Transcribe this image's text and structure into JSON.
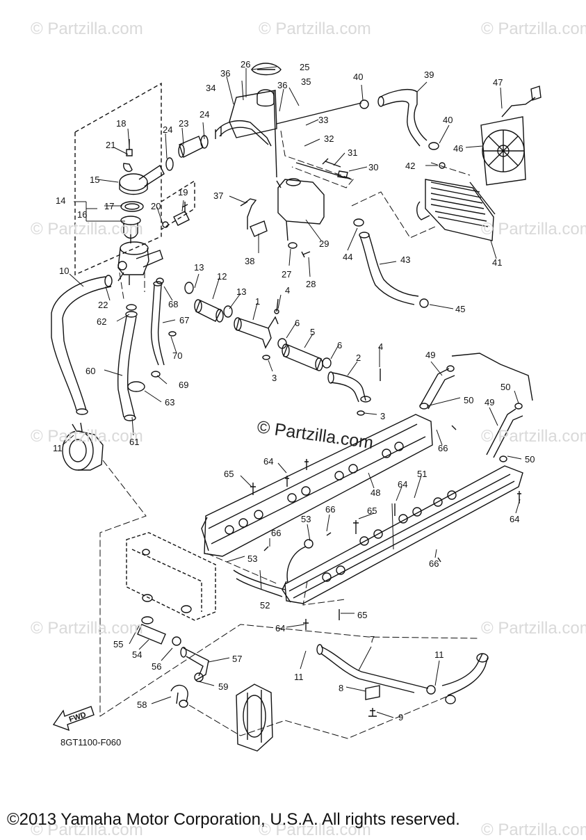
{
  "watermark": "© Partzilla.com",
  "center_watermark": "© Partzilla.com",
  "diagram_code": "8GT1100-F060",
  "fwd_label": "FWD",
  "copyright": "©2013 Yamaha Motor Corporation, U.S.A. All rights reserved.",
  "labels": {
    "n1": "1",
    "n2": "2",
    "n3a": "3",
    "n3b": "3",
    "n4a": "4",
    "n4b": "4",
    "n5": "5",
    "n6a": "6",
    "n6b": "6",
    "n7": "7",
    "n8": "8",
    "n9": "9",
    "n10": "10",
    "n11a": "11",
    "n11b": "11",
    "n11c": "11",
    "n12": "12",
    "n13a": "13",
    "n13b": "13",
    "n14": "14",
    "n15": "15",
    "n16": "16",
    "n17": "17",
    "n18": "18",
    "n19": "19",
    "n20": "20",
    "n21": "21",
    "n22": "22",
    "n23": "23",
    "n24a": "24",
    "n24b": "24",
    "n25": "25",
    "n26": "26",
    "n27": "27",
    "n28": "28",
    "n29": "29",
    "n30": "30",
    "n31": "31",
    "n32": "32",
    "n33": "33",
    "n34": "34",
    "n35": "35",
    "n36a": "36",
    "n36b": "36",
    "n37": "37",
    "n38": "38",
    "n39": "39",
    "n40a": "40",
    "n40b": "40",
    "n41": "41",
    "n42": "42",
    "n43": "43",
    "n44": "44",
    "n45": "45",
    "n46": "46",
    "n47": "47",
    "n48": "48",
    "n49a": "49",
    "n49b": "49",
    "n50a": "50",
    "n50b": "50",
    "n50c": "50",
    "n51": "51",
    "n52": "52",
    "n53a": "53",
    "n53b": "53",
    "n54": "54",
    "n55": "55",
    "n56": "56",
    "n57": "57",
    "n58": "58",
    "n59": "59",
    "n60": "60",
    "n61": "61",
    "n62": "62",
    "n63": "63",
    "n64a": "64",
    "n64b": "64",
    "n64c": "64",
    "n64d": "64",
    "n65a": "65",
    "n65b": "65",
    "n65c": "65",
    "n66a": "66",
    "n66b": "66",
    "n66c": "66",
    "n66d": "66",
    "n67": "67",
    "n68": "68",
    "n69": "69",
    "n70": "70"
  }
}
